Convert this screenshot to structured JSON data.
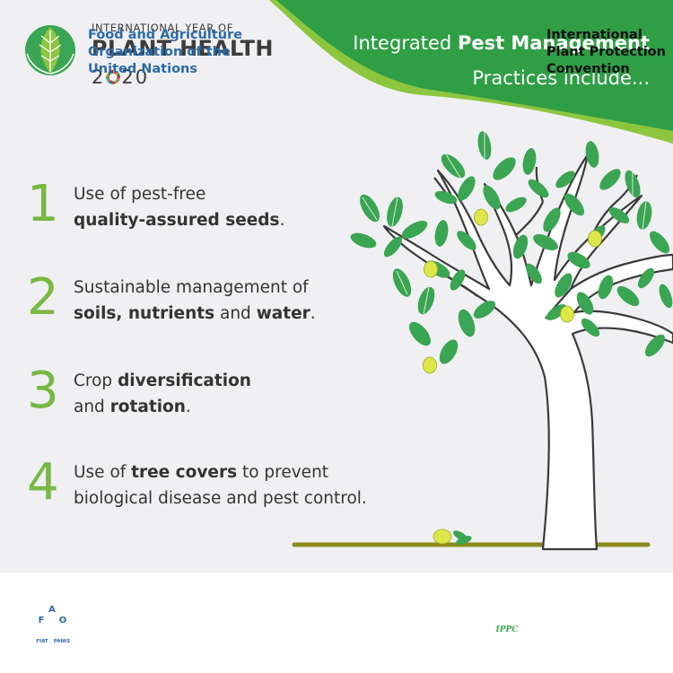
{
  "header": {
    "logo_top": "INTERNATIONAL YEAR OF",
    "logo_title": "PLANT HEALTH",
    "logo_year_parts": [
      "2",
      "2",
      "0"
    ],
    "logo_year": "2020"
  },
  "banner": {
    "line1_normal": "Integrated ",
    "line1_bold": "Pest Management",
    "line2": "Practices include..."
  },
  "practices": [
    {
      "number": "1",
      "line1": "Use of pest-free",
      "line2_bold": "quality-assured seeds",
      "line2_end": "."
    },
    {
      "number": "2",
      "line1": "Sustainable management of",
      "line2_bold_a": "soils, nutrients",
      "line2_mid": " and ",
      "line2_bold_b": "water",
      "line2_end": "."
    },
    {
      "number": "3",
      "line1_start": "Crop ",
      "line1_bold": "diversification",
      "line2_start": "and ",
      "line2_bold": "rotation",
      "line2_end": "."
    },
    {
      "number": "4",
      "line1_start": "Use of ",
      "line1_bold": "tree covers",
      "line1_end": " to prevent",
      "line2": "biological disease and pest control."
    }
  ],
  "footer": {
    "fao": {
      "line1": "Food and Agriculture",
      "line2": "Organization of the",
      "line3": "United Nations",
      "emblem_letters": [
        "F",
        "A",
        "O"
      ],
      "motto_left": "FIAT",
      "motto_right": "PANIS"
    },
    "ippc": {
      "line1": "International",
      "line2": "Plant Protection",
      "line3": "Convention",
      "emblem_label": "IPPC"
    }
  },
  "colors": {
    "banner_green": "#2f9e45",
    "banner_light_green": "#8cc63f",
    "number_green": "#77b843",
    "leaf_green": "#3aa552",
    "fao_blue": "#2c6aa8",
    "fruit_yellow": "#dde74a",
    "ground": "#8a8a1f"
  }
}
